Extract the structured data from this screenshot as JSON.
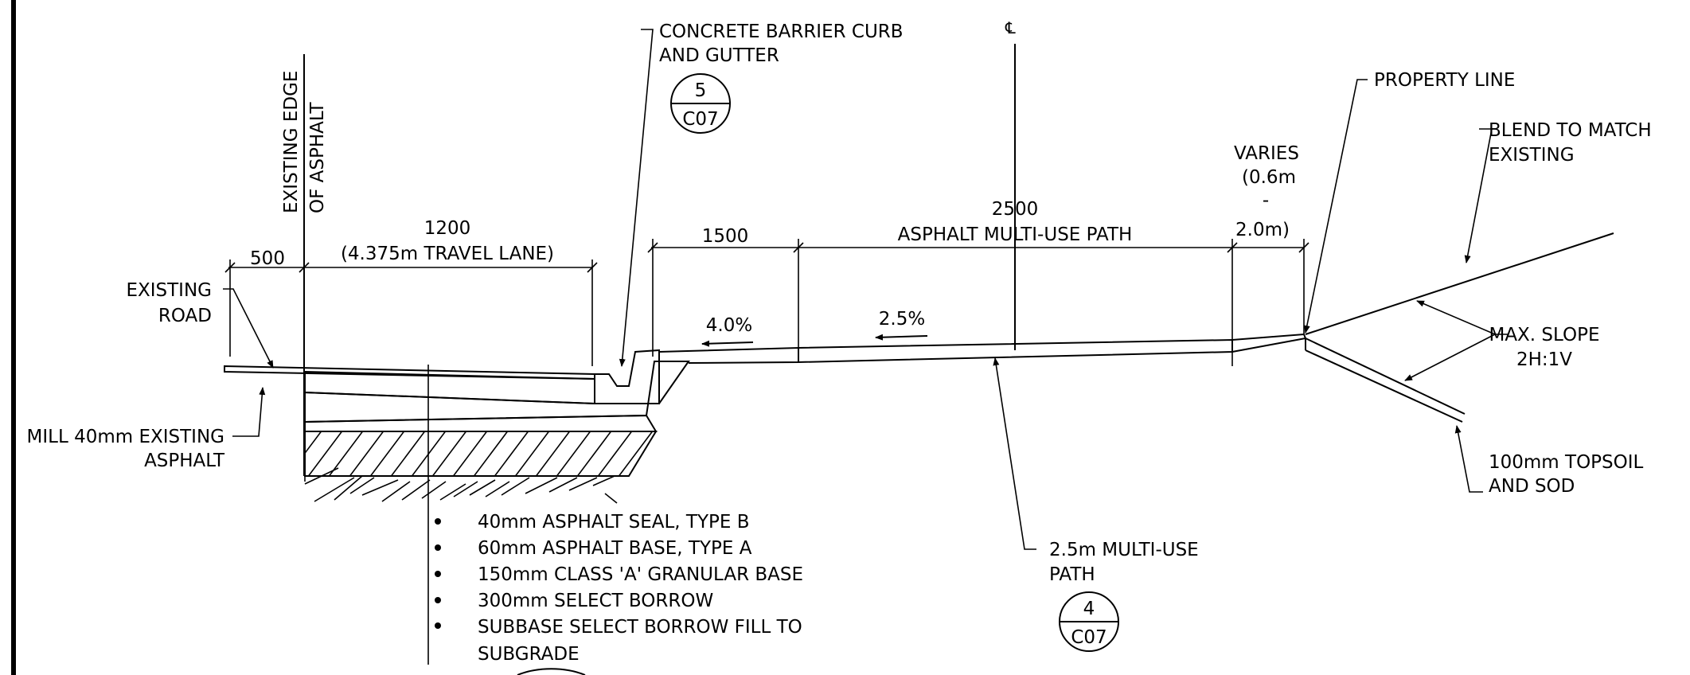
{
  "centerline_symbol": "℄",
  "callouts": {
    "barrier_curb": {
      "line1": "CONCRETE BARRIER CURB",
      "line2": "AND GUTTER",
      "detail_number": "5",
      "sheet": "C07"
    },
    "existing_edge": {
      "line1": "EXISTING EDGE",
      "line2": "OF ASPHALT"
    },
    "property_line": "PROPERTY LINE",
    "blend": {
      "line1": "BLEND TO MATCH",
      "line2": "EXISTING"
    },
    "existing_road": {
      "line1": "EXISTING",
      "line2": "ROAD"
    },
    "mill": {
      "line1": "MILL 40mm EXISTING",
      "line2": "ASPHALT"
    },
    "max_slope": {
      "line1": "MAX. SLOPE",
      "line2": "2H:1V"
    },
    "topsoil": {
      "line1": "100mm TOPSOIL",
      "line2": "AND SOD"
    },
    "multi_use_path": {
      "line1": "2.5m MULTI-USE",
      "line2": "PATH",
      "detail_number": "4",
      "sheet": "C07"
    }
  },
  "dimensions": {
    "shoulder": "500",
    "travel_lane": {
      "value": "1200",
      "note": "(4.375m TRAVEL LANE)"
    },
    "boulevard": "1500",
    "path": {
      "value": "2500",
      "note": "ASPHALT MULTI-USE PATH"
    },
    "varies": {
      "line1": "VARIES",
      "line2": "(0.6m",
      "line3": "-",
      "line4": "2.0m)"
    }
  },
  "slopes": {
    "boulevard": "4.0%",
    "path": "2.5%"
  },
  "pavement_layers": [
    "40mm ASPHALT SEAL, TYPE B",
    "60mm ASPHALT BASE, TYPE A",
    "150mm CLASS 'A' GRANULAR BASE",
    "300mm SELECT BORROW",
    "SUBBASE SELECT BORROW FILL TO",
    "SUBGRADE"
  ]
}
